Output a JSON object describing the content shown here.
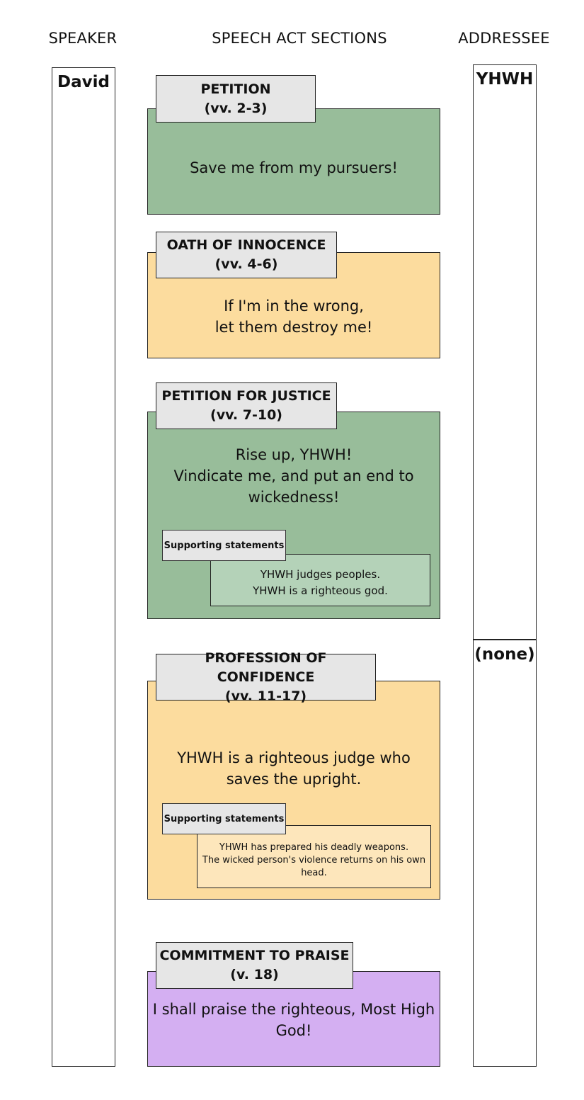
{
  "headers": {
    "speaker": "SPEAKER",
    "sections": "SPEECH ACT SECTIONS",
    "addressee": "ADDRESSEE"
  },
  "speaker": {
    "name": "David"
  },
  "addressees": [
    {
      "name": "YHWH"
    },
    {
      "name": "(none)"
    }
  ],
  "sections": [
    {
      "title": "PETITION",
      "verses": "(vv. 2-3)",
      "text": "Save me from my pursuers!",
      "color": "#98bd9a"
    },
    {
      "title": "OATH OF INNOCENCE",
      "verses": "(vv. 4-6)",
      "text": "If I'm in the wrong,\nlet them destroy me!",
      "color": "#fcdc9e"
    },
    {
      "title": "PETITION FOR JUSTICE",
      "verses": "(vv. 7-10)",
      "text": "Rise up, YHWH!\nVindicate me, and put an end to\nwickedness!",
      "color": "#98bd9a",
      "support": {
        "label": "Supporting statements",
        "text": "YHWH judges peoples.\nYHWH is a righteous god.",
        "color": "#b4d2b8"
      }
    },
    {
      "title": "PROFESSION OF CONFIDENCE",
      "verses": "(vv. 11-17)",
      "text": "YHWH is a righteous judge who\nsaves the upright.",
      "color": "#fcdc9e",
      "support": {
        "label": "Supporting statements",
        "text": "YHWH has prepared his deadly weapons.\nThe wicked person's violence returns on his own\nhead.",
        "color": "#fde6bb"
      }
    },
    {
      "title": "COMMITMENT TO PRAISE",
      "verses": "(v. 18)",
      "text": "I shall praise the righteous, Most High\nGod!",
      "color": "#d4aff2"
    }
  ]
}
